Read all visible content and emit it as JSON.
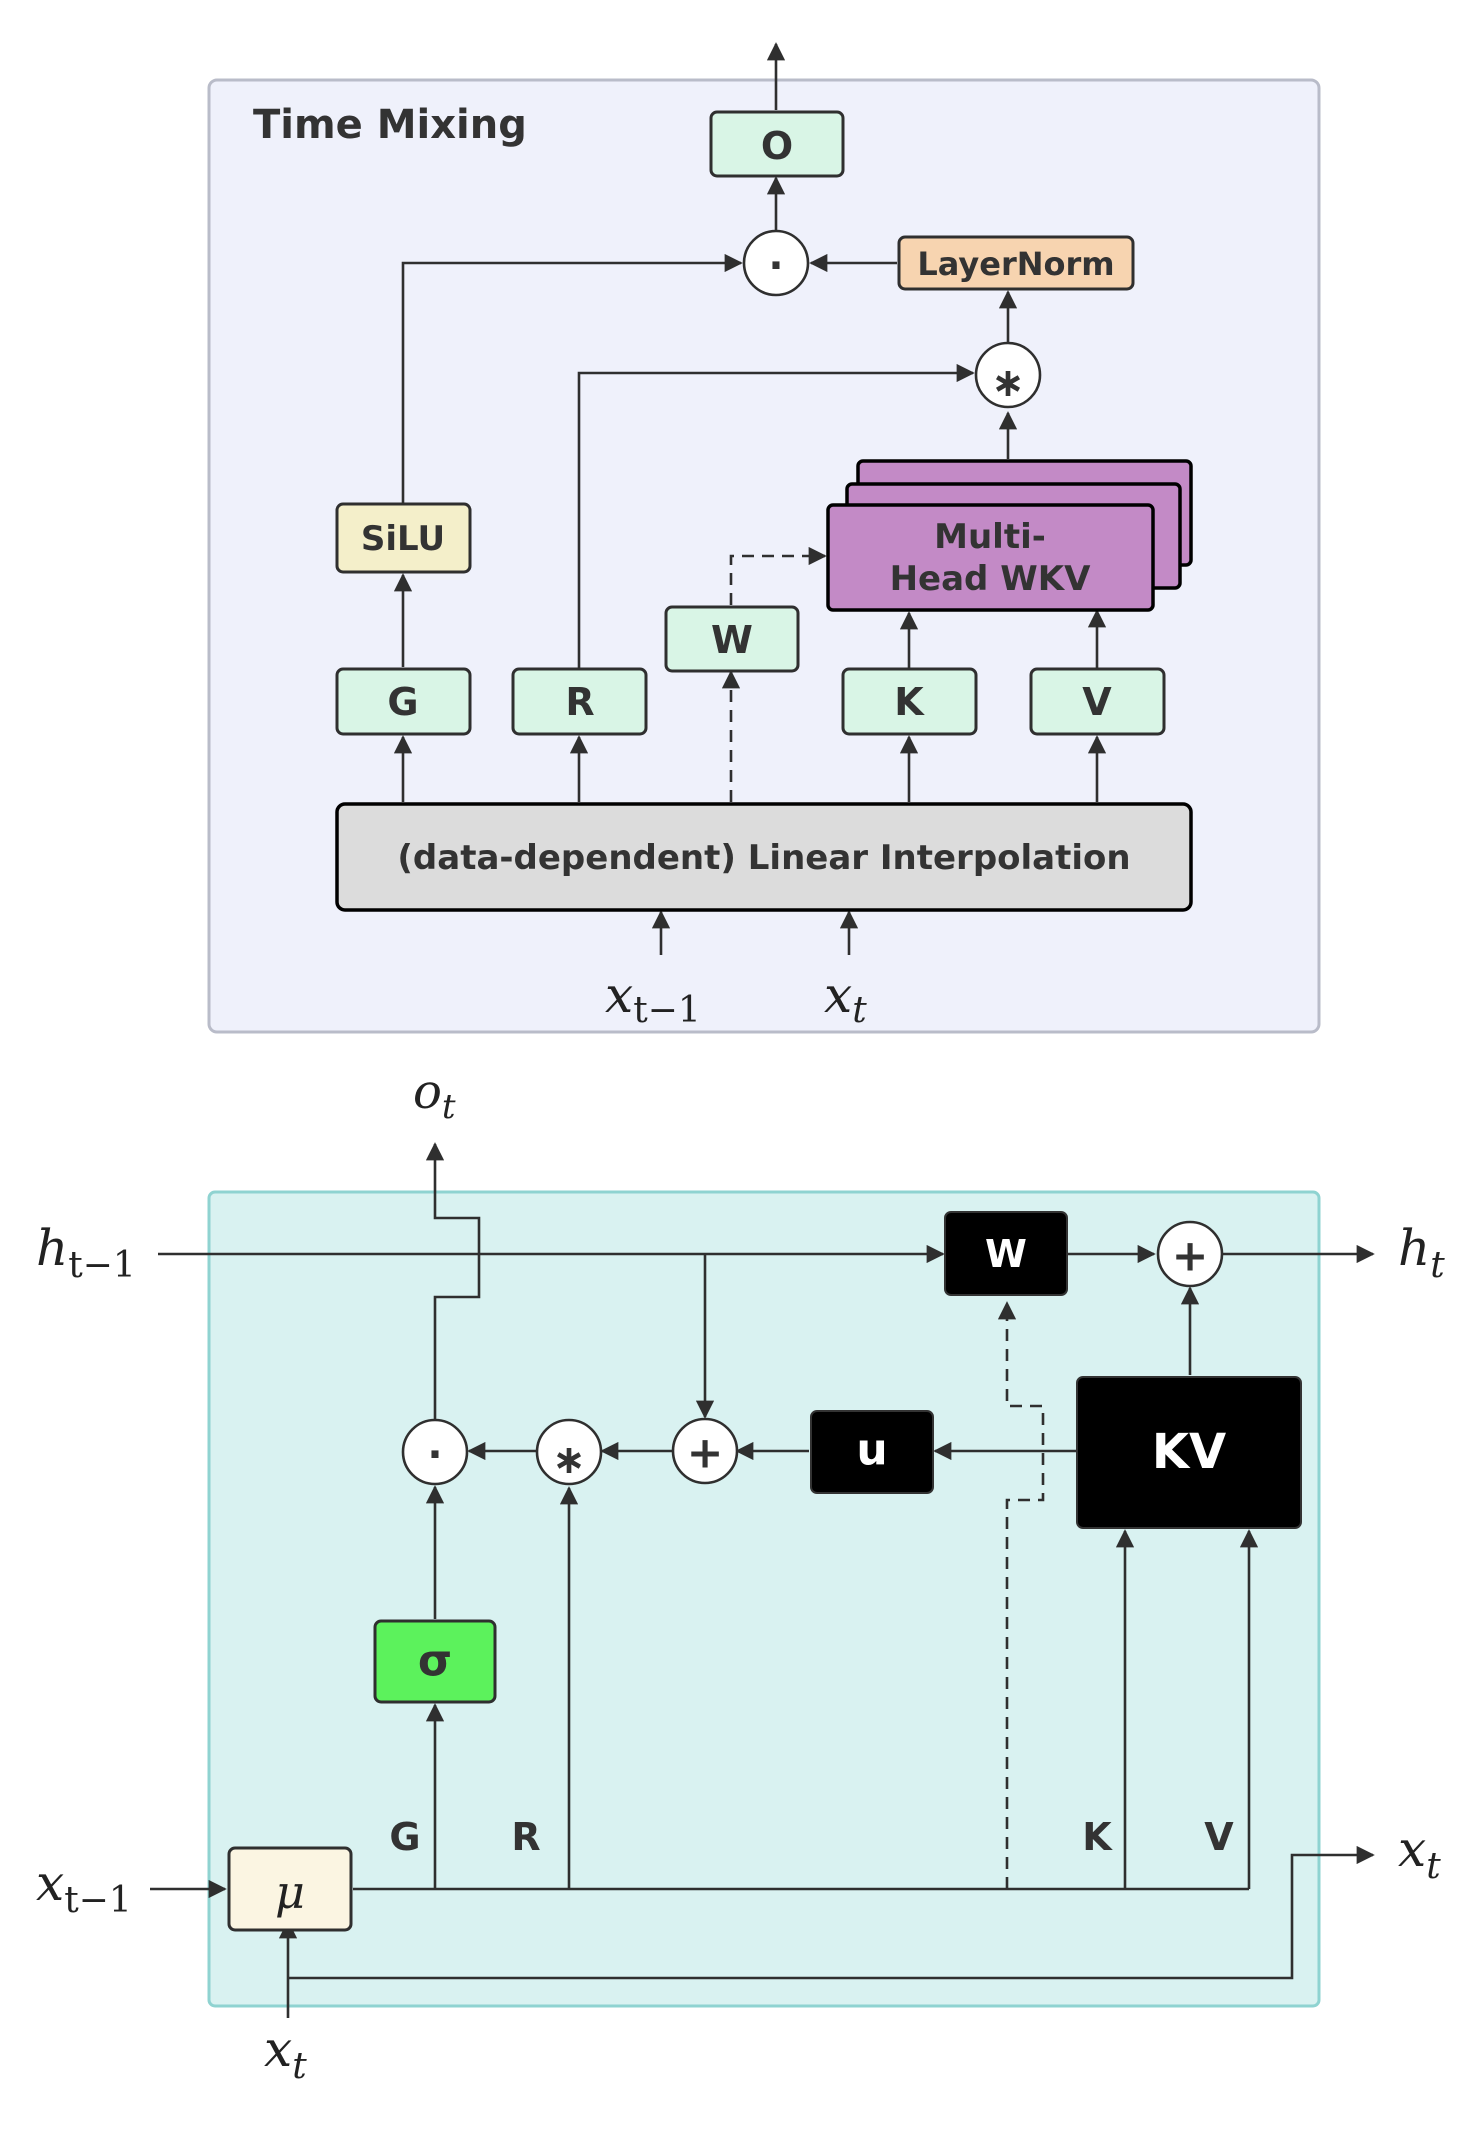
{
  "time_mixing": {
    "title": "Time Mixing",
    "nodes": {
      "o": "O",
      "layernorm": "LayerNorm",
      "silu": "SiLU",
      "wkv_line1": "Multi-",
      "wkv_line2": "Head WKV",
      "w": "W",
      "g": "G",
      "r": "R",
      "k": "K",
      "v": "V",
      "interp": "(data-dependent) Linear Interpolation"
    },
    "operators": {
      "dot": "·",
      "star": "∗"
    },
    "inputs": {
      "x_prev_base": "x",
      "x_prev_sub": "t−1",
      "x_cur_base": "x",
      "x_cur_sub": "t"
    }
  },
  "recurrent_cell": {
    "nodes": {
      "w": "W",
      "u": "u",
      "kv": "KV",
      "sigma": "σ",
      "mu": "μ"
    },
    "operators": {
      "plus": "+",
      "dot": "·",
      "star": "∗"
    },
    "branch_labels": {
      "g": "G",
      "r": "R",
      "k": "K",
      "v": "V"
    },
    "io": {
      "o_base": "o",
      "o_sub": "t",
      "h_prev_base": "h",
      "h_prev_sub": "t−1",
      "h_cur_base": "h",
      "h_cur_sub": "t",
      "x_prev_base": "x",
      "x_prev_sub": "t−1",
      "x_out_base": "x",
      "x_out_sub": "t",
      "x_in_base": "x",
      "x_in_sub": "t"
    }
  },
  "colors": {
    "panel_top_fill": "#eff1fb",
    "panel_top_stroke": "#b9bcc9",
    "panel_bottom_fill": "#d9f2f1",
    "panel_bottom_stroke": "#8fd3d1",
    "proj_box": "#d9f5e6",
    "layernorm_box": "#f7d4b0",
    "silu_box": "#f4efca",
    "wkv_box": "#c38ac6",
    "interp_box": "#dcdcdc",
    "black_box": "#000000",
    "sigma_box": "#5cf25c",
    "mu_box": "#fbf5e2"
  }
}
